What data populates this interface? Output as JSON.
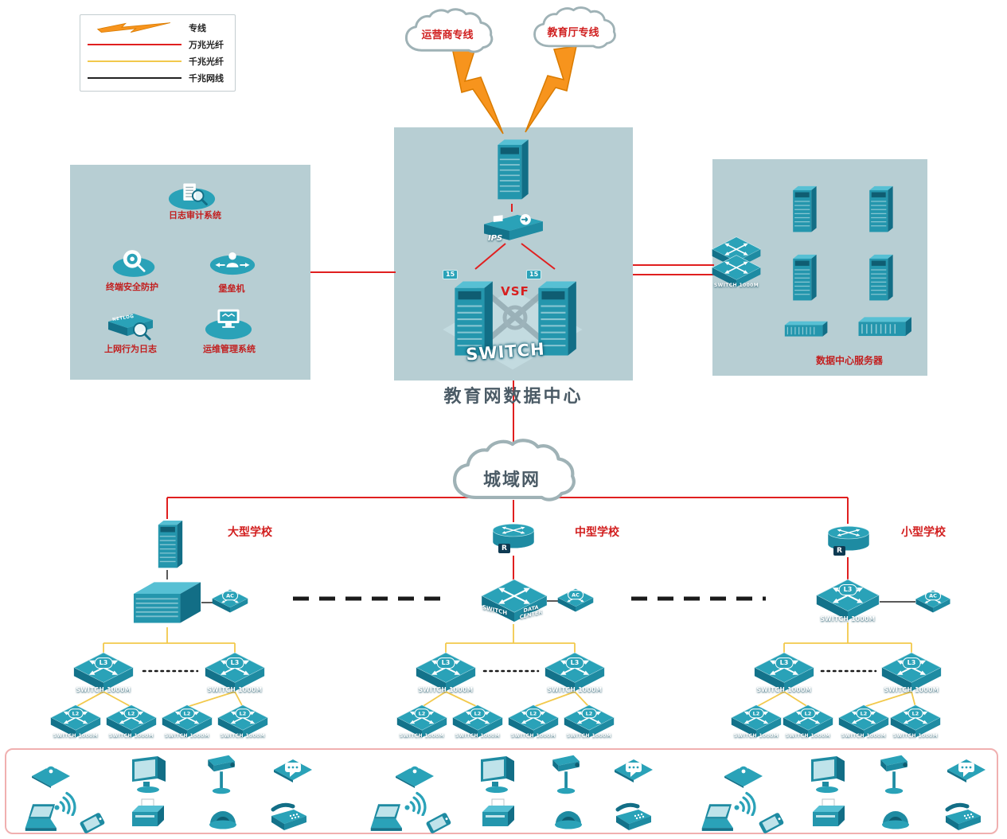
{
  "legend": {
    "items": [
      {
        "label": "专线"
      },
      {
        "label": "万兆光纤"
      },
      {
        "label": "千兆光纤"
      },
      {
        "label": "千兆网线"
      }
    ]
  },
  "clouds": {
    "carrier": "运营商专线",
    "education": "教育厅专线",
    "man": "城域网"
  },
  "datacenter": {
    "title": "教育网数据中心",
    "ips": "IPS",
    "vsf": "VSF",
    "switch_big": "SWITCH",
    "stack_tag": "15"
  },
  "security_zone": {
    "items": [
      {
        "label": "日志审计系统"
      },
      {
        "label": "终端安全防护"
      },
      {
        "label": "堡垒机"
      },
      {
        "label": "上网行为日志"
      },
      {
        "label": "运维管理系统"
      }
    ],
    "netlog_text": "NETLOG"
  },
  "server_zone": {
    "label": "数据中心服务器",
    "switch_front": "SWITCH 1000M"
  },
  "device_labels": {
    "l3": "L3",
    "l2": "L2",
    "ac": "AC",
    "r": "R",
    "switch_1000m": "SWITCH 1000M",
    "switch_word": "SWITCH",
    "data_center": "DATA CENTER"
  },
  "schools": [
    {
      "name": "大型学校"
    },
    {
      "name": "中型学校"
    },
    {
      "name": "小型学校"
    }
  ],
  "colors": {
    "line_10g_fiber": "#e01f1f",
    "line_1g_fiber": "#f2c94c",
    "line_1g_copper": "#222222",
    "device_teal": "#2aa2b8",
    "zone_background": "#b7ced3"
  }
}
